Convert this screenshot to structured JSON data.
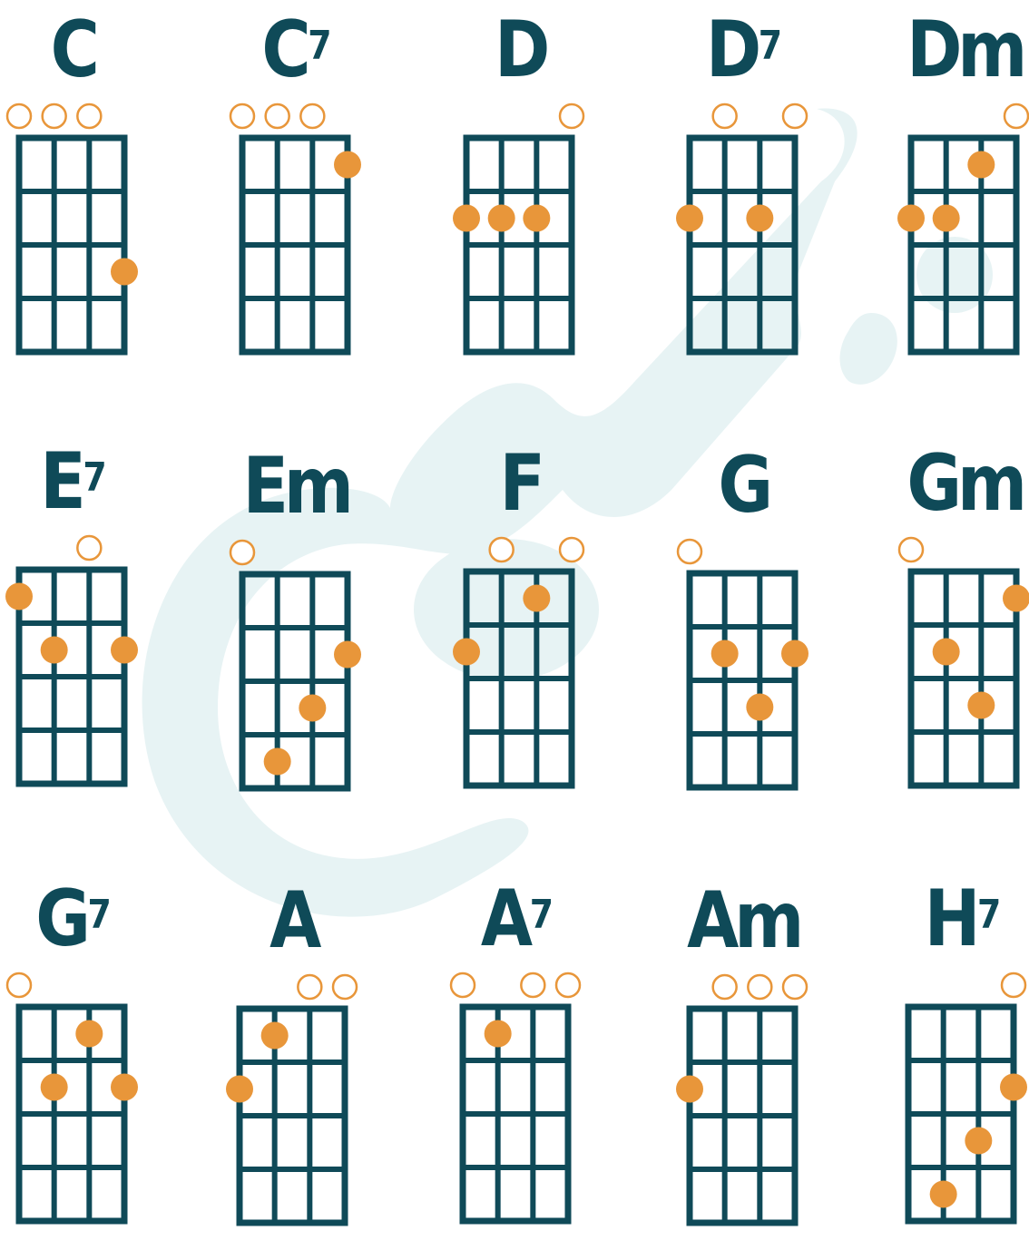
{
  "colors": {
    "board": "#0f4a58",
    "dot": "#e8963a",
    "open": "#e8963a",
    "watermark": "#e7f3f4",
    "name": "#0f4a58"
  },
  "chart_data": {
    "type": "chord-diagrams",
    "strings": 4,
    "frets": 4,
    "chords": [
      {
        "id": "C",
        "name": "C",
        "sup": "",
        "open": [
          0,
          1,
          2
        ],
        "dots": [
          {
            "s": 3,
            "f": 3
          }
        ]
      },
      {
        "id": "C7",
        "name": "C",
        "sup": "7",
        "open": [
          0,
          1,
          2
        ],
        "dots": [
          {
            "s": 3,
            "f": 1
          }
        ]
      },
      {
        "id": "D",
        "name": "D",
        "sup": "",
        "open": [
          3
        ],
        "dots": [
          {
            "s": 0,
            "f": 2
          },
          {
            "s": 1,
            "f": 2
          },
          {
            "s": 2,
            "f": 2
          }
        ]
      },
      {
        "id": "D7",
        "name": "D",
        "sup": "7",
        "open": [
          1,
          3
        ],
        "dots": [
          {
            "s": 0,
            "f": 2
          },
          {
            "s": 2,
            "f": 2
          }
        ]
      },
      {
        "id": "Dm",
        "name": "Dm",
        "sup": "",
        "open": [
          3
        ],
        "dots": [
          {
            "s": 2,
            "f": 1
          },
          {
            "s": 0,
            "f": 2
          },
          {
            "s": 1,
            "f": 2
          }
        ]
      },
      {
        "id": "E7",
        "name": "E",
        "sup": "7",
        "open": [
          2
        ],
        "dots": [
          {
            "s": 0,
            "f": 1
          },
          {
            "s": 1,
            "f": 2
          },
          {
            "s": 3,
            "f": 2
          }
        ]
      },
      {
        "id": "Em",
        "name": "Em",
        "sup": "",
        "open": [
          0
        ],
        "dots": [
          {
            "s": 3,
            "f": 2
          },
          {
            "s": 2,
            "f": 3
          },
          {
            "s": 1,
            "f": 4
          }
        ]
      },
      {
        "id": "F",
        "name": "F",
        "sup": "",
        "open": [
          1,
          3
        ],
        "dots": [
          {
            "s": 2,
            "f": 1
          },
          {
            "s": 0,
            "f": 2
          }
        ]
      },
      {
        "id": "G",
        "name": "G",
        "sup": "",
        "open": [
          0
        ],
        "dots": [
          {
            "s": 1,
            "f": 2
          },
          {
            "s": 3,
            "f": 2
          },
          {
            "s": 2,
            "f": 3
          }
        ]
      },
      {
        "id": "Gm",
        "name": "Gm",
        "sup": "",
        "open": [
          0
        ],
        "dots": [
          {
            "s": 3,
            "f": 1
          },
          {
            "s": 1,
            "f": 2
          },
          {
            "s": 2,
            "f": 3
          }
        ]
      },
      {
        "id": "G7",
        "name": "G",
        "sup": "7",
        "open": [
          0
        ],
        "dots": [
          {
            "s": 2,
            "f": 1
          },
          {
            "s": 1,
            "f": 2
          },
          {
            "s": 3,
            "f": 2
          }
        ]
      },
      {
        "id": "A",
        "name": "A",
        "sup": "",
        "open": [
          2,
          3
        ],
        "dots": [
          {
            "s": 1,
            "f": 1
          },
          {
            "s": 0,
            "f": 2
          }
        ]
      },
      {
        "id": "A7",
        "name": "A",
        "sup": "7",
        "open": [
          0,
          2,
          3
        ],
        "dots": [
          {
            "s": 1,
            "f": 1
          }
        ]
      },
      {
        "id": "Am",
        "name": "Am",
        "sup": "",
        "open": [
          1,
          2,
          3
        ],
        "dots": [
          {
            "s": 0,
            "f": 2
          }
        ]
      },
      {
        "id": "H7",
        "name": "H",
        "sup": "7",
        "open": [
          3
        ],
        "dots": [
          {
            "s": 3,
            "f": 2
          },
          {
            "s": 2,
            "f": 3
          },
          {
            "s": 1,
            "f": 4
          }
        ]
      }
    ]
  }
}
